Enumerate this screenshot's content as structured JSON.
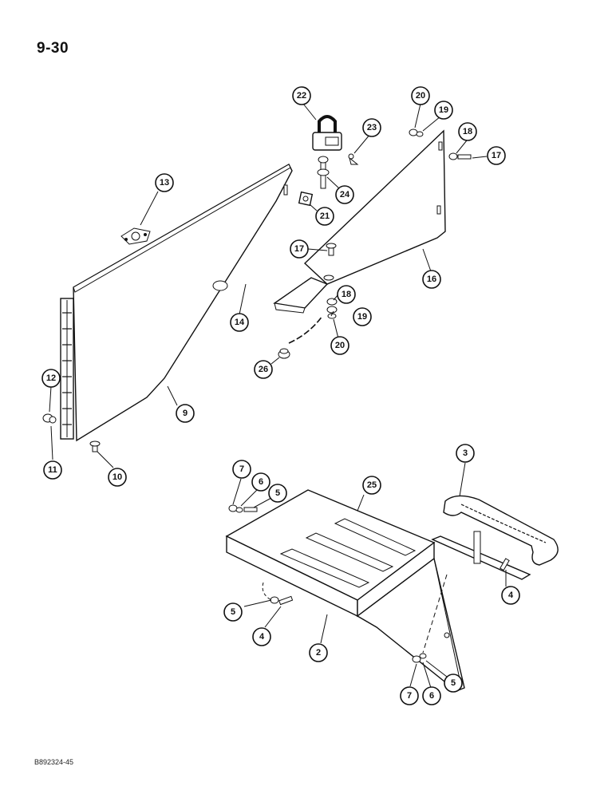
{
  "page": {
    "page_number": "9-30",
    "figure_code": "B892324-45"
  },
  "callouts": [
    {
      "label": "22"
    },
    {
      "label": "20"
    },
    {
      "label": "19"
    },
    {
      "label": "23"
    },
    {
      "label": "18"
    },
    {
      "label": "17"
    },
    {
      "label": "13"
    },
    {
      "label": "24"
    },
    {
      "label": "21"
    },
    {
      "label": "17"
    },
    {
      "label": "16"
    },
    {
      "label": "18"
    },
    {
      "label": "19"
    },
    {
      "label": "14"
    },
    {
      "label": "20"
    },
    {
      "label": "26"
    },
    {
      "label": "12"
    },
    {
      "label": "9"
    },
    {
      "label": "11"
    },
    {
      "label": "10"
    },
    {
      "label": "3"
    },
    {
      "label": "7"
    },
    {
      "label": "6"
    },
    {
      "label": "5"
    },
    {
      "label": "25"
    },
    {
      "label": "4"
    },
    {
      "label": "5"
    },
    {
      "label": "4"
    },
    {
      "label": "2"
    },
    {
      "label": "5"
    },
    {
      "label": "7"
    },
    {
      "label": "6"
    }
  ]
}
